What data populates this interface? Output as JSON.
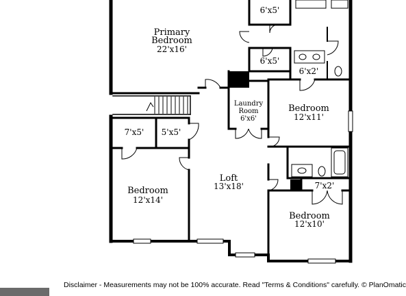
{
  "rooms": {
    "primary_bedroom": {
      "name_line1": "Primary",
      "name_line2": "Bedroom",
      "dims": "22'x16'"
    },
    "closet_top": {
      "dims": "6'x5'"
    },
    "closet_mid": {
      "dims": "6'x5'"
    },
    "closet_small": {
      "dims": "6'x2'"
    },
    "laundry": {
      "name_line1": "Laundry",
      "name_line2": "Room",
      "dims": "6'x6'"
    },
    "bedroom_right": {
      "name": "Bedroom",
      "dims": "12'x11'"
    },
    "closet_left_a": {
      "dims": "7'x5'"
    },
    "closet_left_b": {
      "dims": "5'x5'"
    },
    "loft": {
      "name": "Loft",
      "dims": "13'x18'"
    },
    "bedroom_left": {
      "name": "Bedroom",
      "dims": "12'x14'"
    },
    "closet_right": {
      "dims": "7'x2'"
    },
    "bedroom_bottom_right": {
      "name": "Bedroom",
      "dims": "12'x10'"
    }
  },
  "disclaimer": "Disclaimer - Measurements may not be 100% accurate. Read \"Terms & Conditions\" carefully. © PlanOmatic"
}
